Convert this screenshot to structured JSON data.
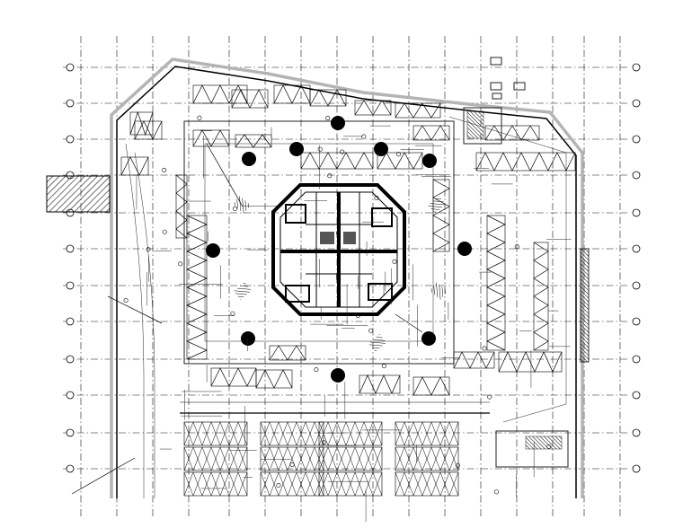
{
  "drawing": {
    "background": "#ffffff",
    "line_color": "#000000",
    "boundary_color": "#b4b4b4",
    "hatch_color": "#333333",
    "axis_bubble_count_right": 12,
    "axis_bubble_count_left": 12,
    "column_dots": 10
  }
}
